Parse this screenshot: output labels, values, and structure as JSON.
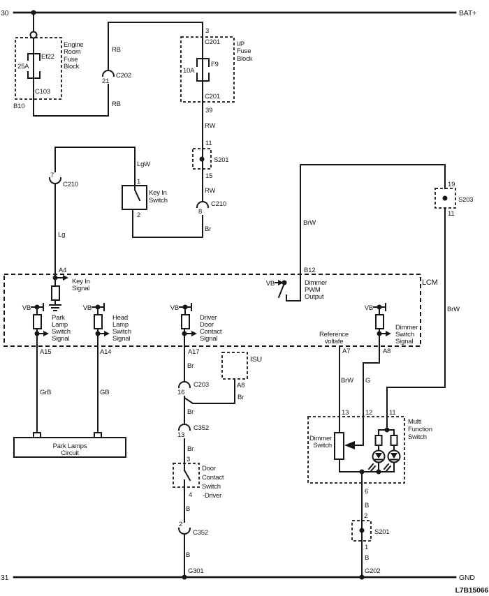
{
  "rails": {
    "top_left": "30",
    "top_right": "BAT+",
    "bottom_left": "31",
    "bottom_right": "GND"
  },
  "doc_number": "L7B15066",
  "engine_room_fuse_block": {
    "title": [
      "Engine",
      "Room",
      "Fuse",
      "Block"
    ],
    "fuse_id": "Ef22",
    "fuse_rating": "25A",
    "connector": "C103",
    "pin": "B10"
  },
  "ip_fuse_block": {
    "title": [
      "I/P",
      "Fuse",
      "Block"
    ],
    "pin_in": "3",
    "connector_in": "C201",
    "fuse_id": "F9",
    "fuse_rating": "10A",
    "connector_out": "C201",
    "pin_out": "39"
  },
  "wire_colors": {
    "rb_top": "RB",
    "rb_bottom": "RB",
    "rw_top": "RW",
    "rw_mid": "RW",
    "br_key": "Br",
    "lgw": "LgW",
    "lg": "Lg",
    "brw_left": "BrW",
    "brw_right": "BrW",
    "brw_a7": "BrW",
    "g_a8": "G",
    "grb": "GrB",
    "gb": "GB",
    "br_a17_1": "Br",
    "br_isu": "Br",
    "br_a17_2": "Br",
    "br_a17_3": "Br",
    "b_door_1": "B",
    "b_door_2": "B",
    "b_mfs_1": "B",
    "b_mfs_2": "B"
  },
  "c202": {
    "name": "C202",
    "pin": "21"
  },
  "s201_upper": {
    "name": "S201",
    "pin_in": "11",
    "pin_out": "15"
  },
  "c210_8": {
    "name": "C210",
    "pin": "8"
  },
  "c210_7": {
    "name": "C210",
    "pin": "7"
  },
  "key_in_switch": {
    "title": [
      "Key In",
      "Switch"
    ],
    "pin_top": "1",
    "pin_bottom": "2"
  },
  "s203": {
    "name": "S203",
    "pin_in": "19",
    "pin_out": "11"
  },
  "lcm": {
    "name": "LCM",
    "key_in": {
      "pin": "A4",
      "signal": [
        "Key In",
        "Signal"
      ]
    },
    "park_lamp": {
      "vb": "VB",
      "pin": "A15",
      "signal": [
        "Park",
        "Lamp",
        "Switch",
        "Signal"
      ]
    },
    "head_lamp": {
      "vb": "VB",
      "pin": "A14",
      "signal": [
        "Head",
        "Lamp",
        "Switch",
        "Signal"
      ]
    },
    "driver_door": {
      "vb": "VB",
      "pin": "A17",
      "signal": [
        "Driver",
        "Door",
        "Contact",
        "Signal"
      ]
    },
    "dimmer_pwm": {
      "vb": "VB",
      "pin": "B12",
      "signal": [
        "Dimmer",
        "PWM",
        "Output"
      ]
    },
    "reference": {
      "pin": "A7",
      "signal": [
        "Reference",
        "voltafe"
      ]
    },
    "dimmer_switch_sig": {
      "vb": "VB",
      "pin": "A8",
      "signal": [
        "Dimmer",
        "Switch",
        "Signal"
      ]
    }
  },
  "isu": {
    "name": "ISU",
    "pin": "A8"
  },
  "park_lamps_circuit": {
    "title": [
      "Park Lamps",
      "Circuit"
    ]
  },
  "c203": {
    "name": "C203",
    "pin": "16"
  },
  "c352_upper": {
    "name": "C352",
    "pin": "13"
  },
  "door_contact_switch": {
    "title": [
      "Door",
      "Contact",
      "Switch",
      "-Driver"
    ],
    "pin_top": "3",
    "pin_bottom": "4"
  },
  "c352_lower": {
    "name": "C352",
    "pin": "2"
  },
  "g301": {
    "name": "G301"
  },
  "multi_function_switch": {
    "title": [
      "Multi",
      "Function",
      "Switch"
    ],
    "pin_13": "13",
    "pin_12": "12",
    "pin_11": "11",
    "pin_6": "6",
    "dimmer_label": [
      "Dimmer",
      "Switch"
    ]
  },
  "s201_lower": {
    "name": "S201",
    "pin_in": "2",
    "pin_out": "1"
  },
  "g202": {
    "name": "G202"
  }
}
